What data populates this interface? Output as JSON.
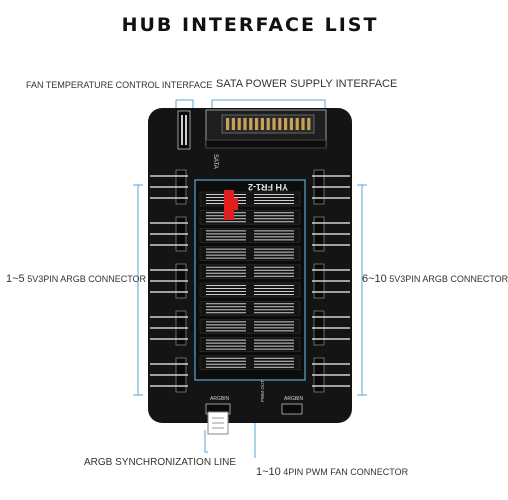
{
  "title": "HUB INTERFACE LIST",
  "labels": {
    "fan_temp": "FAN TEMPERATURE CONTROL INTERFACE",
    "sata": "SATA POWER SUPPLY INTERFACE",
    "left_range": "1~5",
    "left_text": "5V3PIN ARGB CONNECTOR",
    "right_range": "6~10",
    "right_text": "5V3PIN ARGB CONNECTOR",
    "argb_sync": "ARGB SYNCHRONIZATION LINE",
    "pwm_range": "1~10",
    "pwm_text": "4PIN PWM  FAN CONNECTOR"
  },
  "board": {
    "model": "YH  FR1-2",
    "sata_text": "SATA",
    "argbin": "ARGBIN",
    "argbin_right": "ARGBIN",
    "pwm_tag": "PWM-OUT"
  },
  "colors": {
    "board": "#141414",
    "accent_blue": "#5aa6d6",
    "highlight_red": "#e02020",
    "gold_pins": "#c9a25a"
  },
  "chart_data": {
    "type": "diagram",
    "nodes": [
      {
        "id": "fan_temp",
        "label": "FAN TEMPERATURE CONTROL INTERFACE"
      },
      {
        "id": "sata",
        "label": "SATA POWER SUPPLY INTERFACE"
      },
      {
        "id": "argb_left",
        "label": "1~5 5V3PIN ARGB CONNECTOR"
      },
      {
        "id": "argb_right",
        "label": "6~10 5V3PIN ARGB CONNECTOR"
      },
      {
        "id": "argb_sync",
        "label": "ARGB SYNCHRONIZATION LINE"
      },
      {
        "id": "pwm",
        "label": "1~10 4PIN PWM  FAN CONNECTOR"
      }
    ]
  }
}
